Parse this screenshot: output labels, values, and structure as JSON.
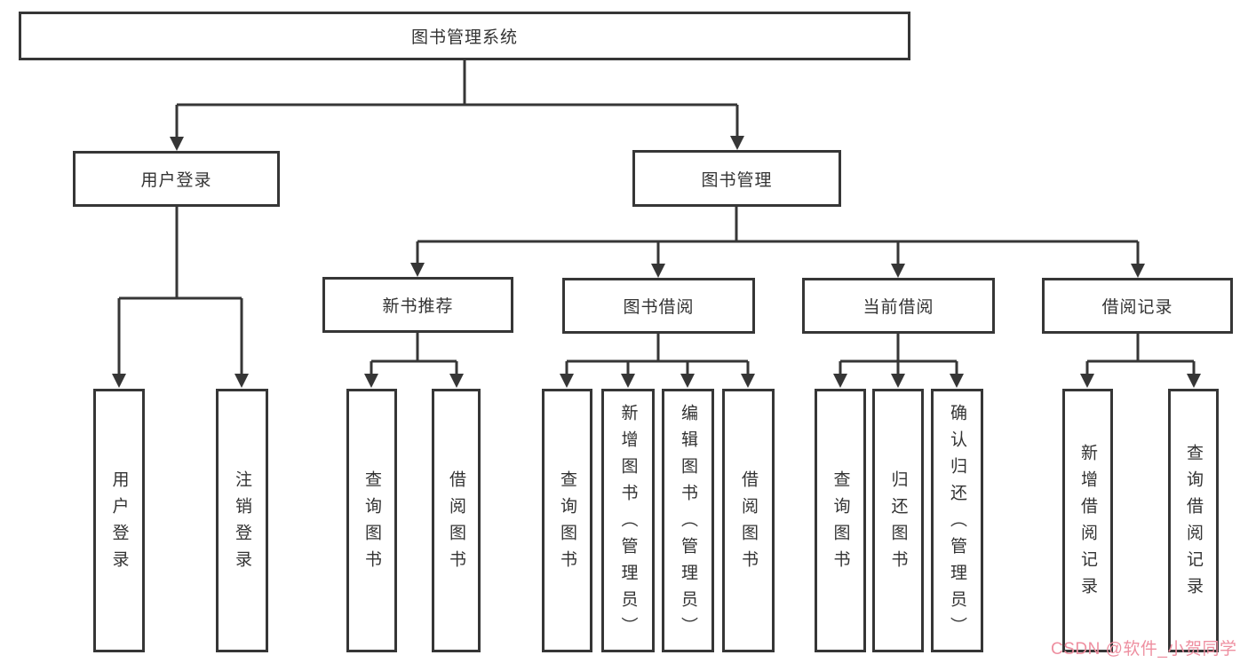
{
  "title": "图书管理系统",
  "level2": {
    "user_login": "用户登录",
    "book_management": "图书管理"
  },
  "level3": [
    "新书推荐",
    "图书借阅",
    "当前借阅",
    "借阅记录"
  ],
  "leaves": {
    "login": [
      "用户登录",
      "注销登录"
    ],
    "newbook": [
      "查询图书",
      "借阅图书"
    ],
    "borrow": [
      "查询图书",
      "新增图书（管理员）",
      "编辑图书（管理员）",
      "借阅图书"
    ],
    "current": [
      "查询图书",
      "归还图书",
      "确认归还（管理员）"
    ],
    "record": [
      "新增借阅记录",
      "查询借阅记录"
    ]
  },
  "watermark": "CSDN @软件_小贺同学",
  "colors": {
    "line": "#363636",
    "text": "#333333",
    "watermark": "#ee8fa0",
    "background": "#ffffff"
  }
}
